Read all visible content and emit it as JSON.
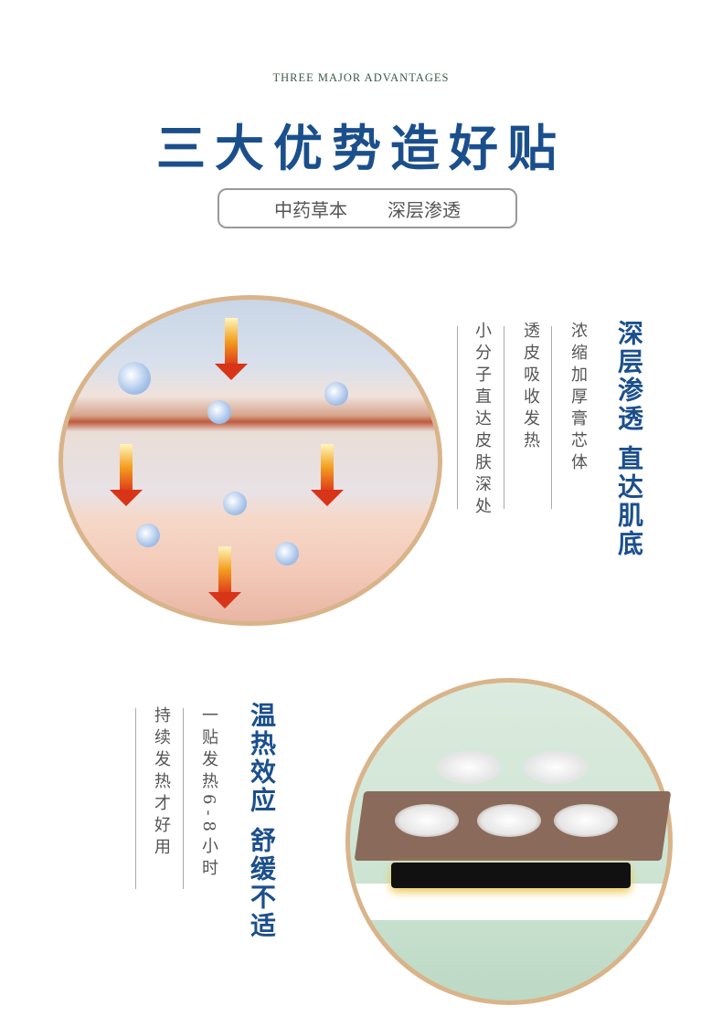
{
  "header": {
    "subtitle_en": "THREE MAJOR ADVANTAGES",
    "title": "三大优势造好贴",
    "tags": [
      "中药草本",
      "深层渗透"
    ]
  },
  "section1": {
    "heading": "深层渗透 直达肌底",
    "columns": [
      "浓缩加厚膏芯体",
      "透皮吸收发热",
      "小分子直达皮肤深处"
    ]
  },
  "section2": {
    "heading": "温热效应 舒缓不适",
    "columns": [
      "一贴发热6-8小时",
      "持续发热才好用"
    ]
  },
  "colors": {
    "accent": "#1b4f8c",
    "ring": "#d9b48a"
  }
}
